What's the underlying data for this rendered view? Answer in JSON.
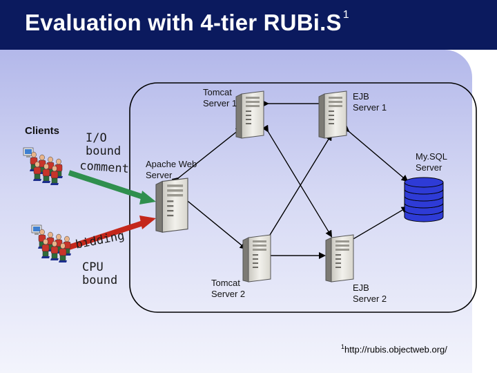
{
  "title": {
    "text": "Evaluation with 4-tier RUBi.S",
    "sup": "1"
  },
  "labels": {
    "clients": "Clients",
    "io_bound": "I/O\nbound",
    "comment": "comment",
    "bidding": "bidding",
    "cpu_bound": "CPU\nbound",
    "apache": "Apache Web\nServer",
    "tomcat1": "Tomcat\nServer 1",
    "tomcat2": "Tomcat\nServer 2",
    "ejb1": "EJB\nServer 1",
    "ejb2": "EJB\nServer 2",
    "mysql": "My.SQL\nServer"
  },
  "footnote": {
    "sup": "1",
    "text": "http://rubis.objectweb.org/"
  },
  "colors": {
    "title_bg": "#0b1a5e",
    "arrow_green": "#2f8f4e",
    "arrow_red": "#c4271b",
    "db_blue": "#2e3bd6",
    "server_body": "#e8e6df"
  },
  "icons": [
    "client-group-icon",
    "server-tower-icon",
    "database-stack-icon"
  ]
}
